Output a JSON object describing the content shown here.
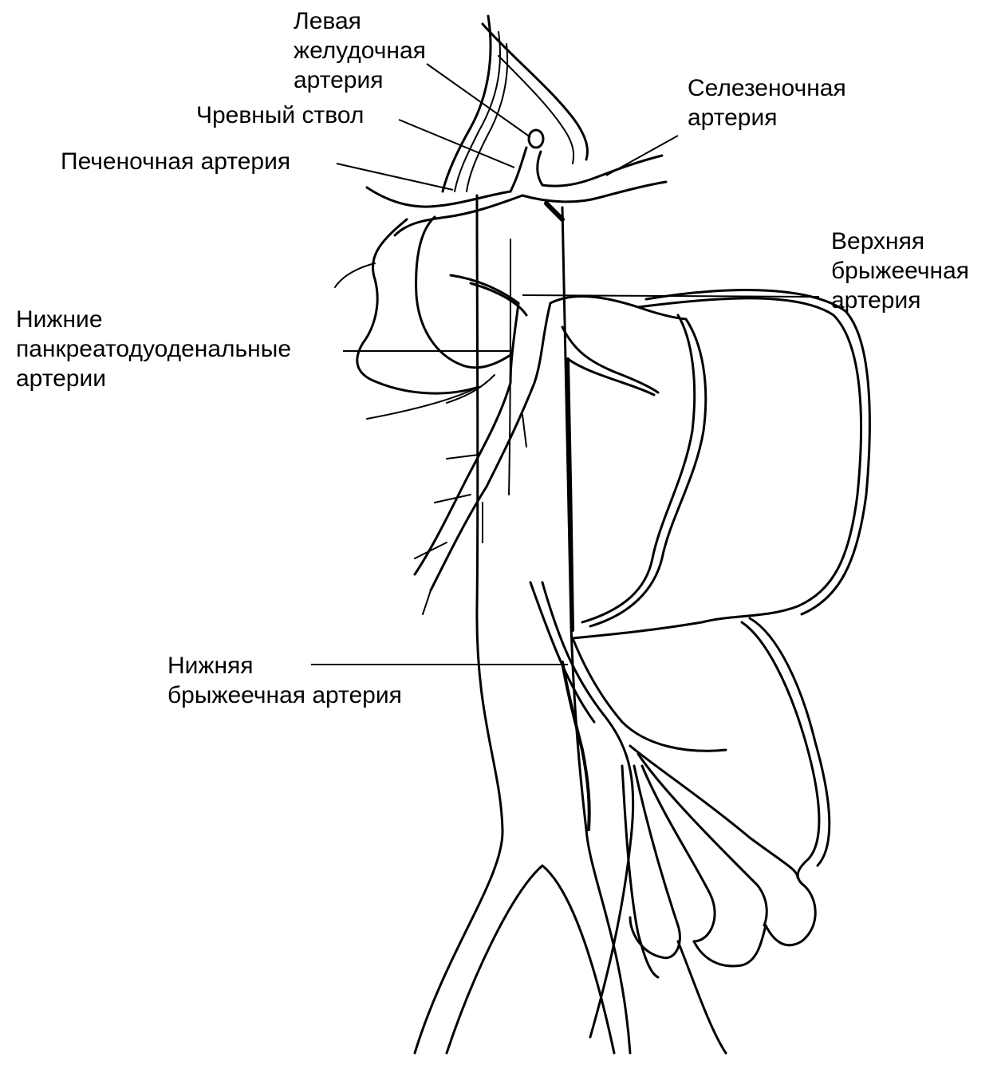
{
  "labels": {
    "left_gastric": [
      "Левая",
      "желудочная",
      "артерия"
    ],
    "celiac_trunk": [
      "Чревный ствол"
    ],
    "hepatic": [
      "Печеночная артерия"
    ],
    "splenic": [
      "Селезеночная",
      "артерия"
    ],
    "superior_mesenteric": [
      "Верхняя",
      "брыжеечная",
      "артерия"
    ],
    "inferior_pancreaticoduodenal": [
      "Нижние",
      "панкреатодуоденальные",
      "артерии"
    ],
    "inferior_mesenteric": [
      "Нижняя",
      "брыжеечная артерия"
    ]
  },
  "colors": {
    "line": "#000000",
    "background": "#ffffff"
  }
}
